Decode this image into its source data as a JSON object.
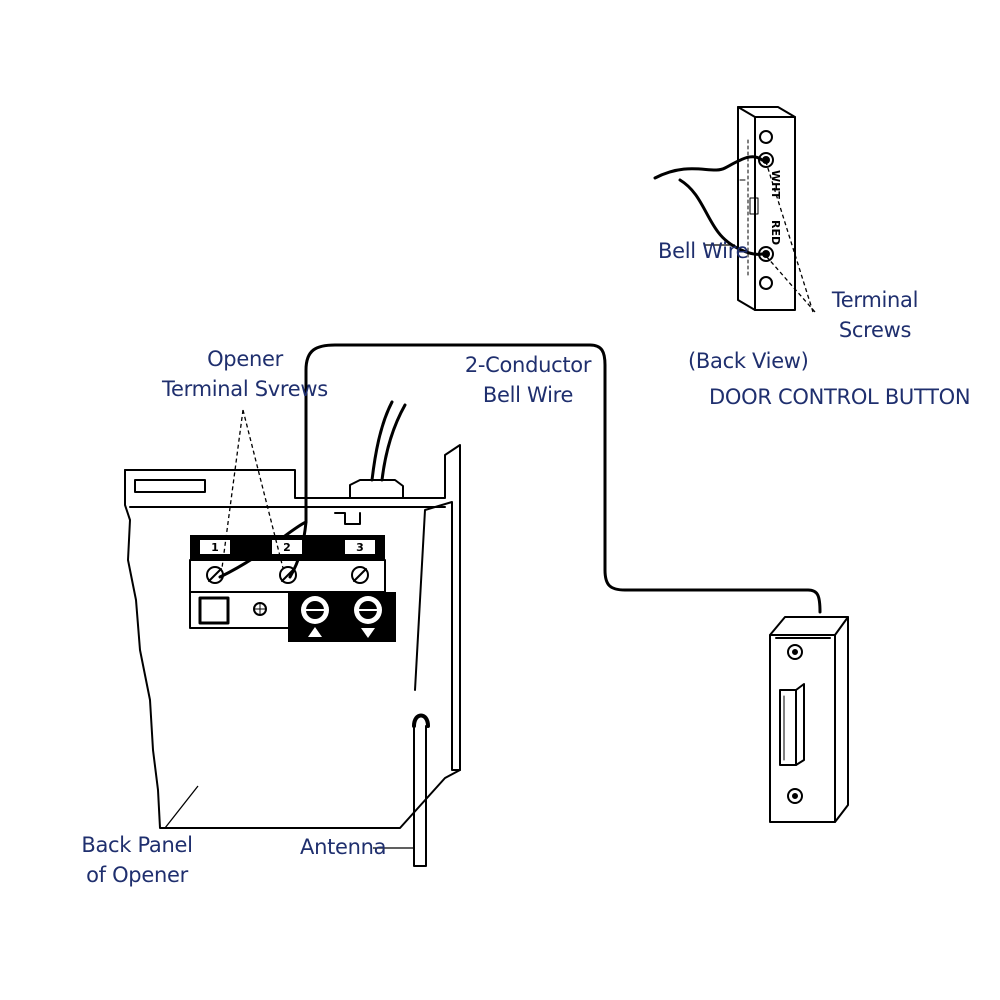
{
  "labels": {
    "opener_terminal_screws": {
      "line1": "Opener",
      "line2": "Terminal Svrews"
    },
    "bell_wire_2conductor": {
      "line1": "2-Conductor",
      "line2": "Bell Wire"
    },
    "bell_wire": "Bell Wire",
    "terminal_screws": {
      "line1": "Terminal",
      "line2": "Screws"
    },
    "back_view": "(Back View)",
    "door_control_button": "DOOR CONTROL BUTTON",
    "back_panel": {
      "line1": "Back Panel",
      "line2": "of Opener"
    },
    "antenna": "Antenna"
  },
  "terminals": [
    "1",
    "2",
    "3"
  ],
  "button_back_markings": {
    "white": "WHT",
    "red": "RED"
  },
  "colors": {
    "label_text": "#1f2f6e",
    "line_art": "#000000",
    "background": "#ffffff"
  }
}
